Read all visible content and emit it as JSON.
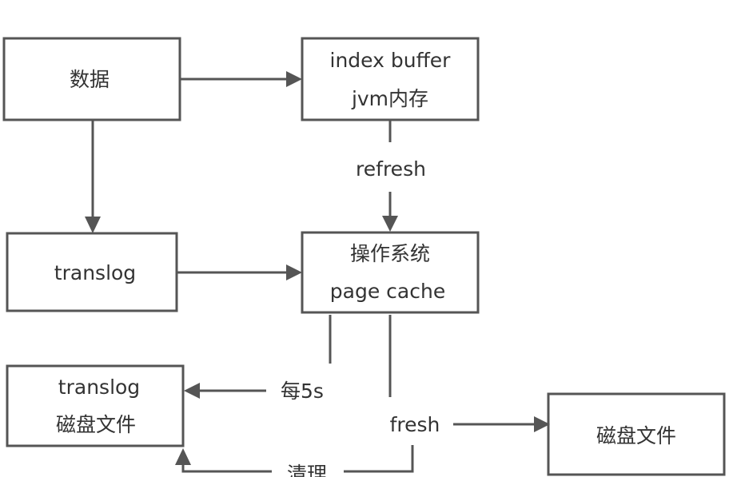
{
  "nodes": {
    "data": {
      "lines": [
        "数据"
      ]
    },
    "index_buffer": {
      "lines": [
        "index buffer",
        "jvm内存"
      ]
    },
    "translog": {
      "lines": [
        "translog"
      ]
    },
    "page_cache": {
      "lines": [
        "操作系统",
        "page cache"
      ]
    },
    "translog_disk": {
      "lines": [
        "translog",
        "磁盘文件"
      ]
    },
    "disk_file": {
      "lines": [
        "磁盘文件"
      ]
    }
  },
  "edges": {
    "refresh": "refresh",
    "every_5s": "每5s",
    "fresh": "fresh",
    "cleanup": "清理"
  },
  "colors": {
    "stroke": "#555555",
    "text": "#333333",
    "background": "#ffffff"
  }
}
